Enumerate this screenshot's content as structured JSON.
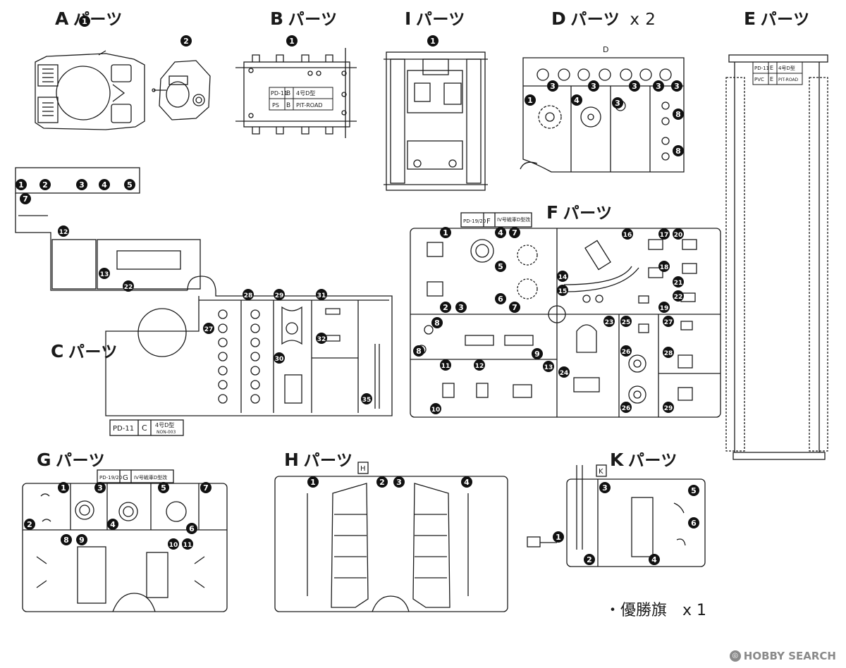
{
  "sprues": {
    "A": {
      "letter": "A",
      "label": "パーツ"
    },
    "B": {
      "letter": "B",
      "label": "パーツ"
    },
    "I": {
      "letter": "I",
      "label": "パーツ"
    },
    "D": {
      "letter": "D",
      "label": "パーツ",
      "qty": "x 2",
      "gate_letter": "D"
    },
    "E": {
      "letter": "E",
      "label": "パーツ"
    },
    "C": {
      "letter": "C",
      "label": "パーツ"
    },
    "F": {
      "letter": "F",
      "label": "パーツ"
    },
    "G": {
      "letter": "G",
      "label": "パーツ"
    },
    "H": {
      "letter": "H",
      "label": "パーツ",
      "gate_letter": "H"
    },
    "K": {
      "letter": "K",
      "label": "パーツ",
      "gate_letter": "K"
    }
  },
  "plates": {
    "B": {
      "code1": "PD-11",
      "code2": "PS",
      "letter": "B",
      "name": "4号D型",
      "maker": "PIT-ROAD"
    },
    "C": {
      "code": "PD-11",
      "letter": "C",
      "name": "4号D型",
      "sub": "NON-003"
    },
    "E": {
      "code1": "PD-11",
      "code2": "PVC",
      "letter": "E",
      "name": "4号D型",
      "maker": "PIT-ROAD"
    },
    "F": {
      "code": "PD-19/20",
      "letter": "F",
      "name": "IV号戦車D型改"
    },
    "G": {
      "code": "PD-19/20",
      "letter": "G",
      "name": "IV号戦車D型改"
    }
  },
  "extra": {
    "bullet": "・",
    "name": "優勝旗",
    "qty": "x 1"
  },
  "watermark": {
    "text": "HOBBY SEARCH",
    "icon": "hobby-search-logo"
  },
  "colors": {
    "ink": "#1a1a1a",
    "marker_fill": "#111111",
    "marker_text": "#ffffff"
  }
}
